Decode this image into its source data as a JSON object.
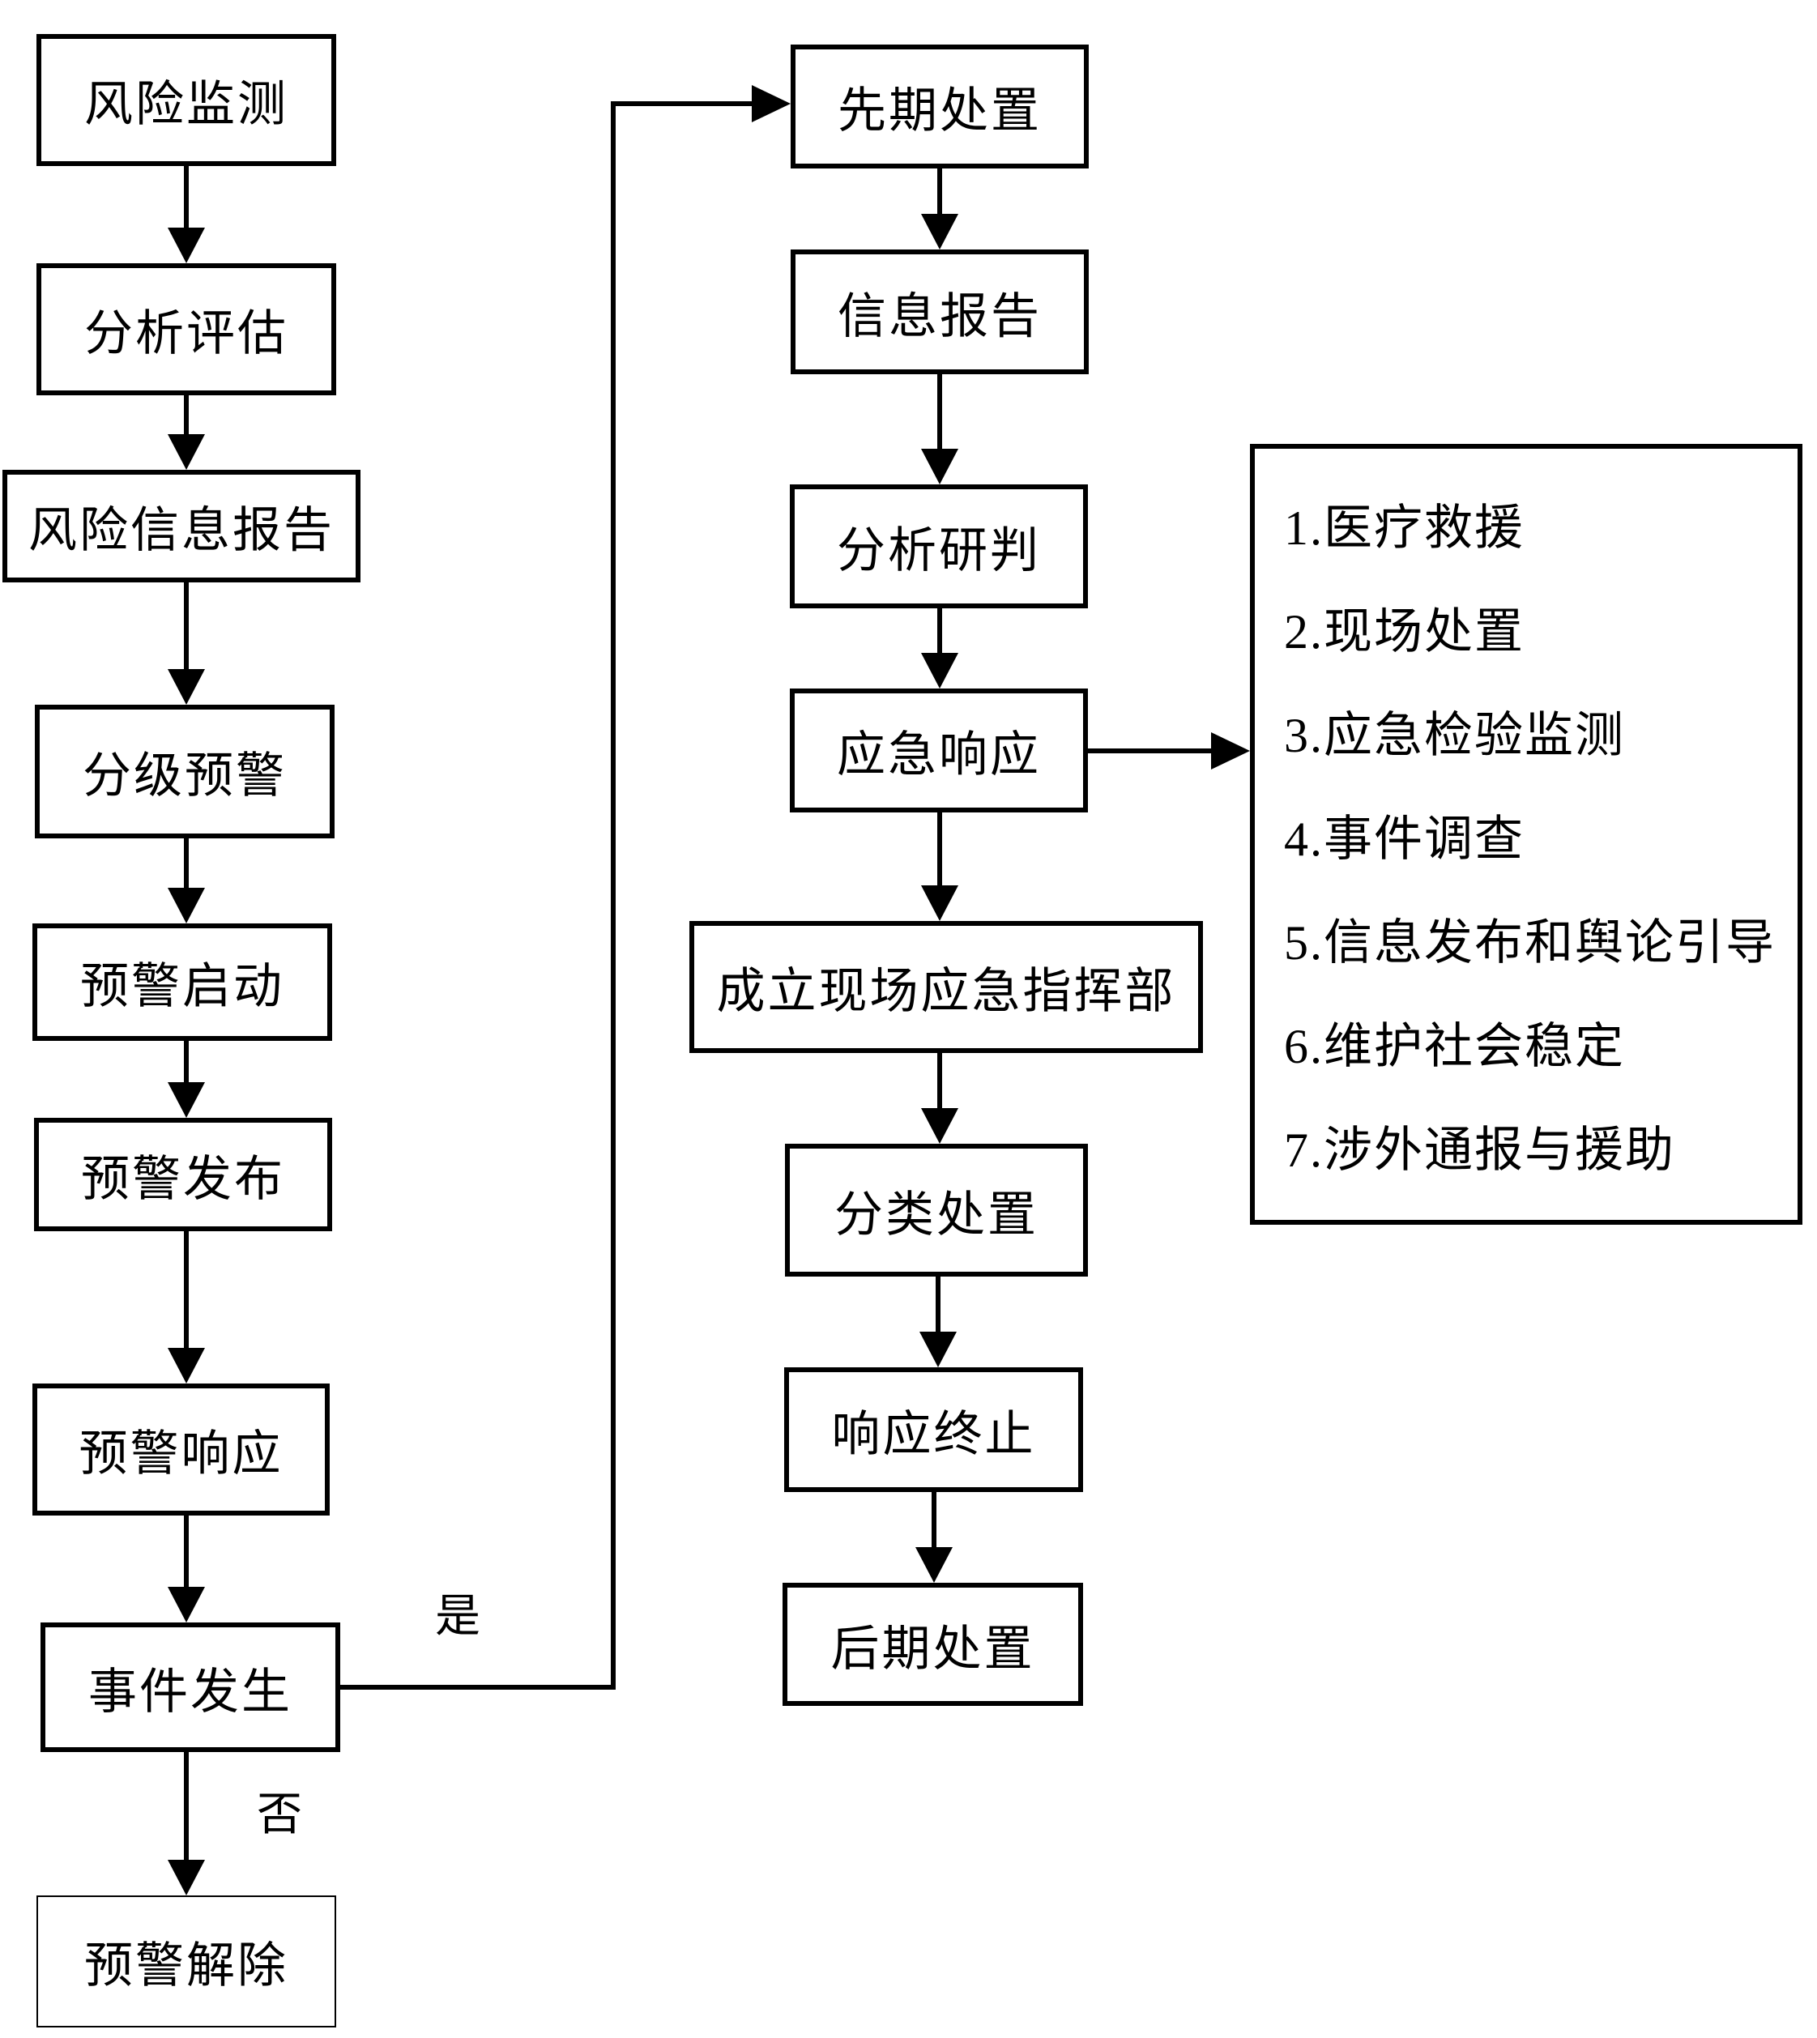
{
  "diagram": {
    "type": "flowchart",
    "language": "zh-CN",
    "colors": {
      "line": "#000000",
      "background": "#ffffff",
      "box_fill": "#ffffff",
      "text": "#000000"
    },
    "decision_labels": {
      "yes": "是",
      "no": "否"
    },
    "left_column": [
      {
        "label": "风险监测"
      },
      {
        "label": "分析评估"
      },
      {
        "label": "风险信息报告"
      },
      {
        "label": "分级预警"
      },
      {
        "label": "预警启动"
      },
      {
        "label": "预警发布"
      },
      {
        "label": "预警响应"
      },
      {
        "label": "事件发生"
      },
      {
        "label": "预警解除"
      }
    ],
    "middle_column": [
      {
        "label": "先期处置"
      },
      {
        "label": "信息报告"
      },
      {
        "label": "分析研判"
      },
      {
        "label": "应急响应"
      },
      {
        "label": "成立现场应急指挥部"
      },
      {
        "label": "分类处置"
      },
      {
        "label": "响应终止"
      },
      {
        "label": "后期处置"
      }
    ],
    "response_tasks": {
      "items": [
        "1.医疗救援",
        "2.现场处置",
        "3.应急检验监测",
        "4.事件调查",
        "5.信息发布和舆论引导",
        "6.维护社会稳定",
        "7.涉外通报与援助"
      ]
    }
  }
}
